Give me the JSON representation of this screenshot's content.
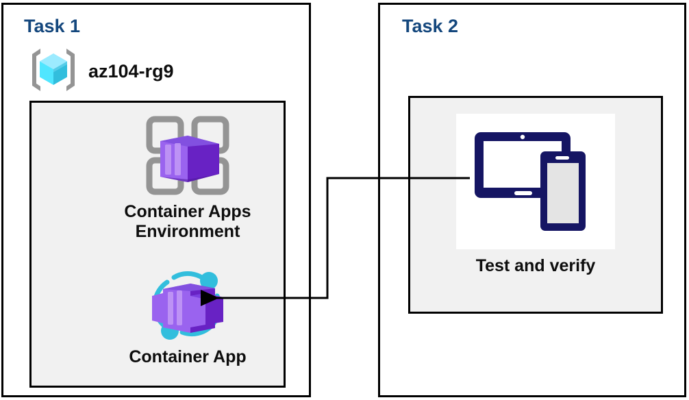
{
  "diagram": {
    "title_color": "#14477d",
    "panels": [
      {
        "id": "task1",
        "title": "Task 1",
        "resource_group": {
          "name": "az104-rg9",
          "icon": "resource-group-icon"
        },
        "group_box": {
          "nodes": [
            {
              "icon": "container-apps-environment-icon",
              "label": "Container Apps\nEnvironment"
            },
            {
              "icon": "container-app-icon",
              "label": "Container App"
            }
          ]
        }
      },
      {
        "id": "task2",
        "title": "Task 2",
        "group_box": {
          "nodes": [
            {
              "icon": "devices-tablet-phone-icon",
              "label": "Test and verify"
            }
          ]
        }
      }
    ],
    "connector": {
      "from": "Test and verify",
      "to": "Container App",
      "style": "elbow-arrow",
      "color": "#000000"
    },
    "colors": {
      "panel_border": "#000000",
      "group_fill": "#f1f1f1",
      "label_text": "#0d0d0d",
      "azure_purple": "#7a2fd4",
      "azure_cyan": "#32bedd",
      "device_navy": "#151563"
    }
  }
}
